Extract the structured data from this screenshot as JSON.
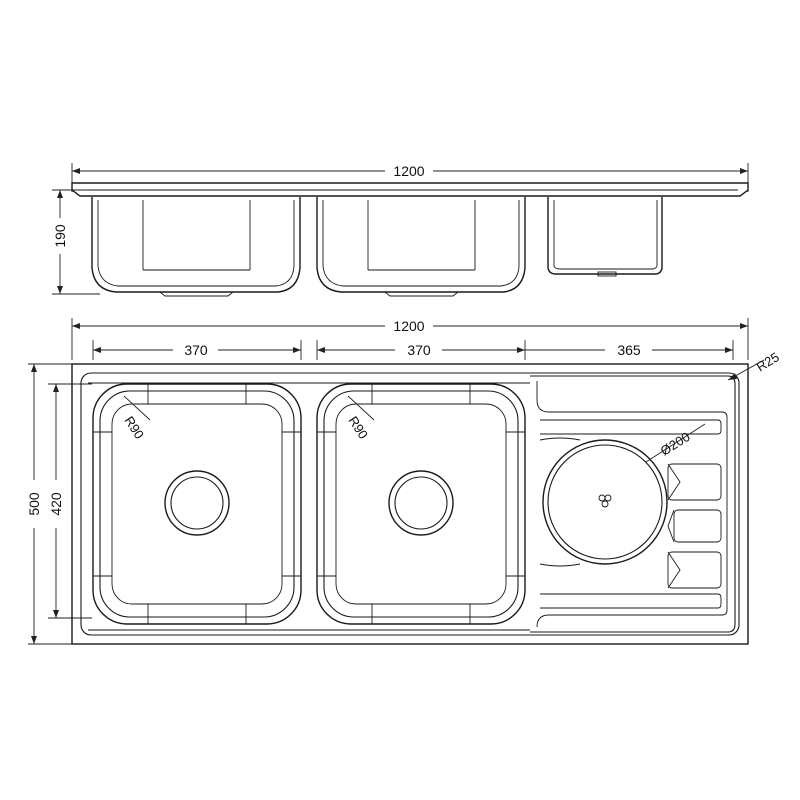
{
  "dimensions": {
    "side_width": "1200",
    "side_height": "190",
    "top_width": "1200",
    "bowl1_width": "370",
    "bowl2_width": "370",
    "drainboard_width": "365",
    "overall_depth": "500",
    "bowl_depth": "420",
    "bowl1_radius": "R90",
    "bowl2_radius": "R90",
    "drainer_diameter": "Ø200",
    "corner_radius": "R25"
  }
}
